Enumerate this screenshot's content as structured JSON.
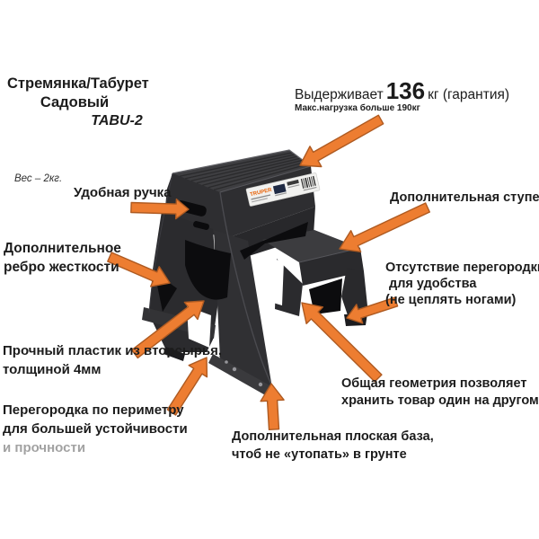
{
  "product": {
    "title_line1": "Стремянка/Табурет",
    "title_line2": "Садовый",
    "model": "TABU-2",
    "weight_note": "Вес – 2кг."
  },
  "load": {
    "prefix": "Выдерживает",
    "value": "136",
    "suffix": "кг (гарантия)",
    "note": "Макс.нагрузка больше 190кг"
  },
  "callouts": {
    "handle": "Удобная ручка",
    "rib_line1": "Дополнительное",
    "rib_line2": "ребро жесткости",
    "extra_step": "Дополнительная ступень",
    "no_partition_line1": "Отсутствие перегородки",
    "no_partition_line2": "для удобства",
    "no_partition_line3": "(не цеплять ногами)",
    "plastic_line1": "Прочный пластик из вторсырья,",
    "plastic_line2": "толщиной 4мм",
    "perimeter_line1": "Перегородка по периметру",
    "perimeter_line2": "для большей устойчивости",
    "perimeter_line3": "и прочности",
    "flat_base_line1": "Дополнительная плоская база,",
    "flat_base_line2": "чтоб не «утопать» в грунте",
    "geometry_line1": "Общая геометрия позволяет",
    "geometry_line2": "хранить товар один на другом"
  },
  "sticker": {
    "brand": "TRUPER"
  },
  "colors": {
    "arrow_fill": "#ED7D31",
    "arrow_stroke": "#AE5A21",
    "stool_body": "#2E2E31",
    "stool_top": "#3E3E41",
    "background": "#FFFFFF",
    "text": "#1C1C1C"
  }
}
